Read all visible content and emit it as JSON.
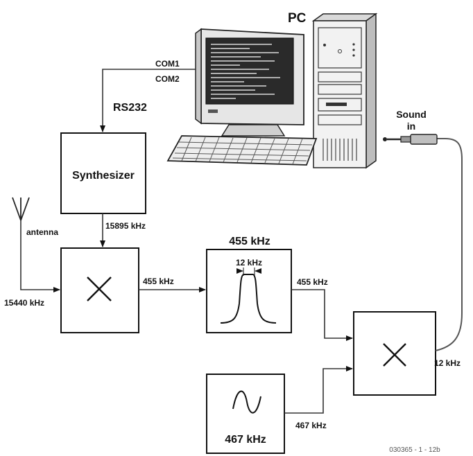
{
  "pc": {
    "title": "PC",
    "ports": [
      "COM1",
      "COM2"
    ]
  },
  "serial": {
    "label": "RS232"
  },
  "synthesizer": {
    "label": "Synthesizer",
    "output_freq": "15895 kHz"
  },
  "antenna": {
    "label": "antenna",
    "freq": "15440 kHz"
  },
  "mixer1": {
    "output_freq": "455 kHz"
  },
  "filter": {
    "title": "455 kHz",
    "bandwidth": "12 kHz",
    "output_freq": "455 kHz"
  },
  "oscillator": {
    "label": "467 kHz",
    "output_freq": "467 kHz"
  },
  "mixer2": {
    "output_freq": "12 kHz"
  },
  "sound": {
    "line1": "Sound",
    "line2": "in"
  },
  "figure_code": "030365 - 1 - 12b",
  "icons": [
    "pc-tower-icon",
    "monitor-icon",
    "keyboard-icon",
    "audio-jack-icon",
    "antenna-icon",
    "multiply-icon",
    "bandpass-icon",
    "sine-wave-icon"
  ]
}
